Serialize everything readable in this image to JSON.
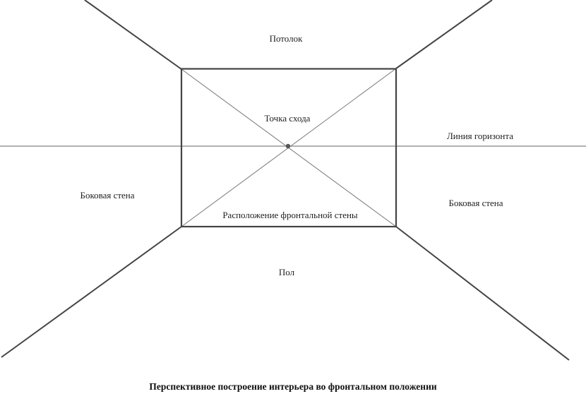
{
  "labels": {
    "ceiling": "Потолок",
    "vanishing_point": "Точка схода",
    "horizon_line": "Линия горизонта",
    "side_wall_left": "Боковая стена",
    "side_wall_right": "Боковая стена",
    "front_wall": "Расположение фронтальной стены",
    "floor": "Пол"
  },
  "caption": "Перспективное построение интерьера во фронтальном положении",
  "colors": {
    "line": "#444444",
    "thin_line": "#777777",
    "text": "#222222"
  }
}
